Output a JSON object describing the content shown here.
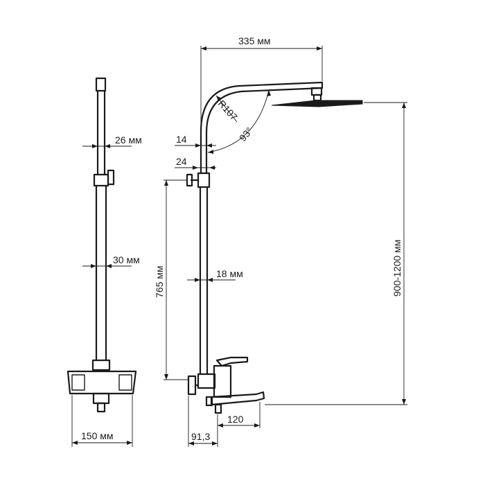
{
  "dimensions": {
    "top_width": "335 мм",
    "radius": "R107",
    "angle": "93°",
    "offset_14": "14",
    "offset_24": "24",
    "dia_26": "26 мм",
    "dia_30": "30 мм",
    "dia_18": "18 мм",
    "height_765": "765 мм",
    "height_900_1200": "900-1200 мм",
    "width_150": "150 мм",
    "depth_91": "91,3",
    "spout_120": "120"
  }
}
